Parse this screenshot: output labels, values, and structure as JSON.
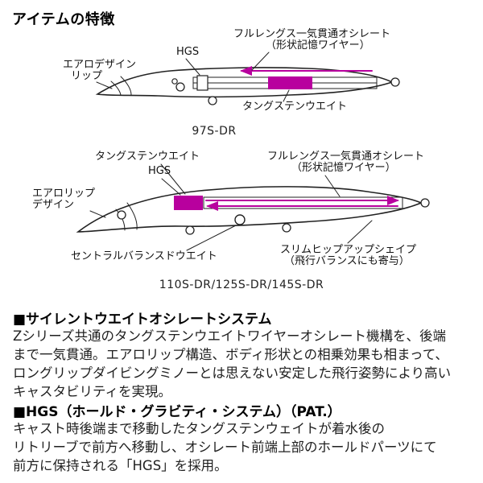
{
  "colors": {
    "accent_magenta": "#b8009e",
    "text": "#1a1a1a"
  },
  "page": {
    "title": "アイテムの特徴"
  },
  "diagrams": [
    {
      "caption": "97S-DR",
      "labels": {
        "oscillate_1": "フルレングス一気貫通オシレート",
        "oscillate_2": "（形状記憶ワイヤー）",
        "hgs": "HGS",
        "aero_1": "エアロデザイン",
        "aero_2": "リップ",
        "tungsten": "タングステンウエイト"
      }
    },
    {
      "caption": "110S-DR/125S-DR/145S-DR",
      "labels": {
        "tungsten": "タングステンウエイト",
        "oscillate_1": "フルレングス一気貫通オシレート",
        "oscillate_2": "（形状記憶ワイヤー）",
        "hgs": "HGS",
        "aero_1": "エアロリップ",
        "aero_2": "デザイン",
        "central": "セントラルバランスドウエイト",
        "slim_1": "スリムヒップアップシェイプ",
        "slim_2": "（飛行バランスにも寄与）"
      }
    }
  ],
  "sections": [
    {
      "heading": "■サイレントウエイトオシレートシステム",
      "lines": [
        "Zシリーズ共通のタングステンウエイトワイヤーオシレート機構を、後端",
        "まで一気貫通。エアロリップ構造、ボディ形状との相乗効果も相まって、",
        "ロングリップダイビングミノーとは思えない安定した飛行姿勢により高い",
        "キャスタビリティを実現。"
      ]
    },
    {
      "heading": "■HGS（ホールド・グラビティ・システム）（PAT.）",
      "lines": [
        "キャスト時後端まで移動したタングステンウェイトが着水後の",
        "リトリーブで前方へ移動し、オシレート前端上部のホールドパーツにて",
        "前方に保持される「HGS」を採用。"
      ]
    }
  ]
}
